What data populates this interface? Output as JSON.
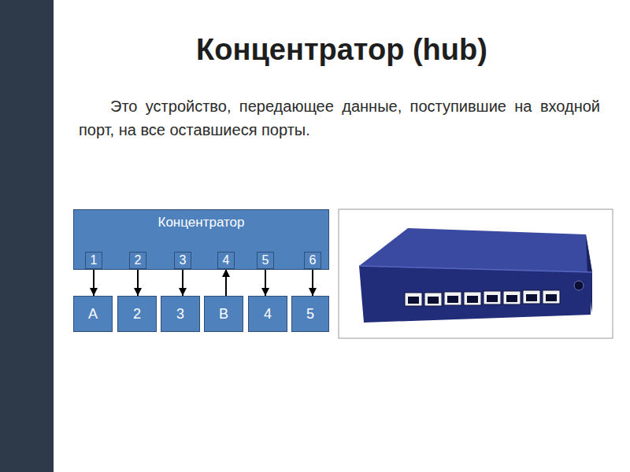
{
  "diagram": {
    "title": "Концентратор (hub)",
    "nodes": [
      {
        "text": [
          "Концентратор"
        ]
      },
      {
        "text": [
          "1"
        ],
        "in": 0
      },
      {
        "text": [
          "2"
        ],
        "in": 0
      },
      {
        "text": [
          "3"
        ],
        "in": 0
      },
      {
        "text": [
          "4"
        ],
        "in": 0
      },
      {
        "text": [
          "5"
        ],
        "in": 0
      },
      {
        "text": [
          "6"
        ],
        "in": 0
      },
      {
        "text": [
          "A"
        ]
      },
      {
        "text": [
          "2"
        ]
      },
      {
        "text": [
          "3"
        ]
      },
      {
        "text": [
          "B"
        ]
      },
      {
        "text": [
          "4"
        ]
      },
      {
        "text": [
          "5"
        ]
      }
    ],
    "edges": [
      {
        "from": 1,
        "to": 7,
        "arrow": "to"
      },
      {
        "from": 2,
        "to": 8,
        "arrow": "to"
      },
      {
        "from": 3,
        "to": 9,
        "arrow": "to"
      },
      {
        "from": 10,
        "to": 4,
        "arrow": "to"
      },
      {
        "from": 5,
        "to": 11,
        "arrow": "to"
      },
      {
        "from": 6,
        "to": 12,
        "arrow": "to"
      }
    ],
    "labels": [
      "Это устройство, передающее данные, поступившие на входной порт, на все оставшиеся порты."
    ]
  }
}
